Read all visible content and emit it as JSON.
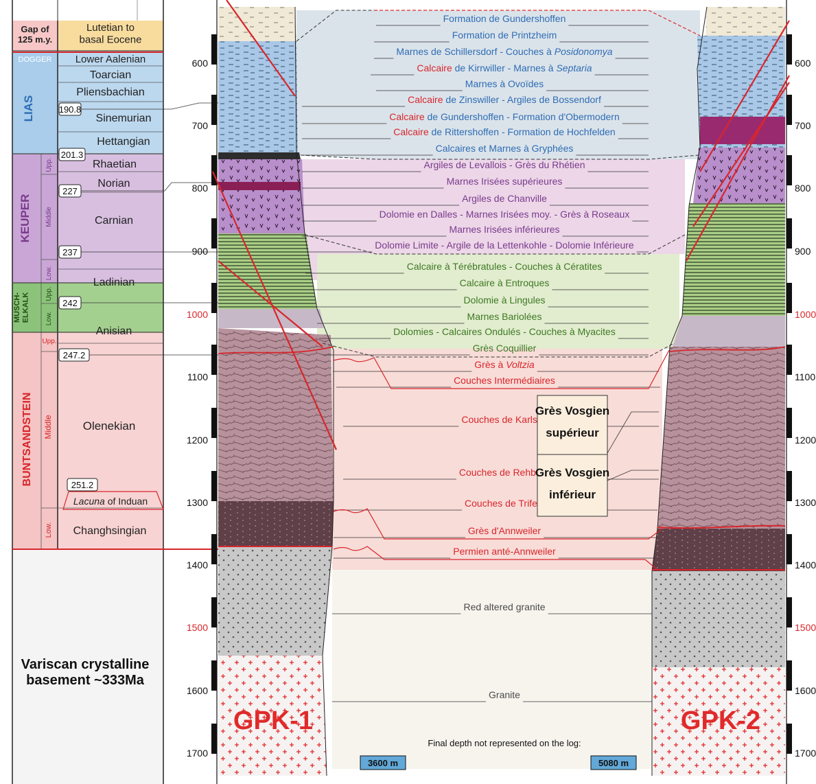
{
  "strat": {
    "gap_label": "Gap of\n125 m.y.",
    "gap_stage": "Lutetian to\nbasal Eocene",
    "dogger": "DOGGER",
    "lias": "LIAS",
    "keuper": "KEUPER",
    "muschelkalk": "MUSCH-\nELKALK",
    "buntsandstein": "BUNTSANDSTEIN",
    "sub": [
      "Upp.",
      "Middle",
      "Low.",
      "Upp.",
      "Low.",
      "Upp.",
      "Middle",
      "Low."
    ],
    "stages": [
      "Lower Aalenian",
      "Toarcian",
      "Pliensbachian",
      "Sinemurian",
      "Hettangian",
      "Rhaetian",
      "Norian",
      "Carnian",
      "Ladinian",
      "Anisian",
      "Olenekian",
      "Changhsingian"
    ],
    "lacuna_italic": "Lacuna",
    "lacuna_rest": " of Induan",
    "ages": [
      "190.8",
      "201.3",
      "227",
      "237",
      "242",
      "247.2",
      "251.2"
    ],
    "basement": "Variscan crystalline\nbasement ~333Ma"
  },
  "depth_ticks": [
    "600",
    "700",
    "800",
    "900",
    "1000",
    "1100",
    "1200",
    "1300",
    "1400",
    "1500",
    "1600",
    "1700"
  ],
  "formations": [
    {
      "parts": [
        {
          "t": "Formation de Gundershoffen",
          "c": "blue"
        }
      ]
    },
    {
      "parts": [
        {
          "t": "Formation de Printzheim",
          "c": "blue"
        }
      ]
    },
    {
      "parts": [
        {
          "t": "Marnes de Schillersdorf - Couches à ",
          "c": "blue"
        },
        {
          "t": "Posidonomya",
          "c": "blue",
          "i": true
        }
      ]
    },
    {
      "parts": [
        {
          "t": "Calcaire",
          "c": "red"
        },
        {
          "t": " de Kirrwiller - Marnes à ",
          "c": "blue"
        },
        {
          "t": "Septaria",
          "c": "blue",
          "i": true
        }
      ]
    },
    {
      "parts": [
        {
          "t": "Marnes à Ovoïdes",
          "c": "blue"
        }
      ]
    },
    {
      "parts": [
        {
          "t": "Calcaire",
          "c": "red"
        },
        {
          "t": " de Zinswiller - Argiles de Bossendorf",
          "c": "blue"
        }
      ]
    },
    {
      "parts": [
        {
          "t": "Calcaire",
          "c": "red"
        },
        {
          "t": " de Gundershoffen - Formation d'Obermodern",
          "c": "blue"
        }
      ]
    },
    {
      "parts": [
        {
          "t": "Calcaire",
          "c": "red"
        },
        {
          "t": " de Rittershoffen - Formation de Hochfelden",
          "c": "blue"
        }
      ]
    },
    {
      "parts": [
        {
          "t": "Calcaires et Marnes  à Gryphées",
          "c": "blue"
        }
      ]
    },
    {
      "parts": [
        {
          "t": "Argiles de Levallois - Grès du Rhétien",
          "c": "purple"
        }
      ]
    },
    {
      "parts": [
        {
          "t": "Marnes Irisées supérieures",
          "c": "purple"
        }
      ]
    },
    {
      "parts": [
        {
          "t": "Argiles de Chanville",
          "c": "purple"
        }
      ]
    },
    {
      "parts": [
        {
          "t": "Dolomie en Dalles - Marnes Irisées moy. - Grès à Roseaux",
          "c": "purple"
        }
      ]
    },
    {
      "parts": [
        {
          "t": "Marnes Irisées inférieures",
          "c": "purple"
        }
      ]
    },
    {
      "parts": [
        {
          "t": "Dolomie Limite - Argile de la Lettenkohle - Dolomie Inférieure",
          "c": "purple"
        }
      ]
    },
    {
      "parts": [
        {
          "t": "Calcaire à Térébratules - Couches à Cératites",
          "c": "green"
        }
      ]
    },
    {
      "parts": [
        {
          "t": "Calcaire à Entroques",
          "c": "green"
        }
      ]
    },
    {
      "parts": [
        {
          "t": "Dolomie à Lingules",
          "c": "green"
        }
      ]
    },
    {
      "parts": [
        {
          "t": "Marnes Bariolées",
          "c": "green"
        }
      ]
    },
    {
      "parts": [
        {
          "t": "Dolomies - Calcaires Ondulés - Couches à Myacites",
          "c": "green"
        }
      ]
    },
    {
      "parts": [
        {
          "t": "Grès Coquillier",
          "c": "green"
        }
      ]
    },
    {
      "parts": [
        {
          "t": "Grès à ",
          "c": "red"
        },
        {
          "t": "Voltzia",
          "c": "red",
          "i": true
        }
      ]
    },
    {
      "parts": [
        {
          "t": "Couches Intermédiaires",
          "c": "red"
        }
      ]
    },
    {
      "parts": [
        {
          "t": "Couches de Karlstal",
          "c": "red"
        }
      ]
    },
    {
      "parts": [
        {
          "t": "Couches de Rehberg",
          "c": "red"
        }
      ]
    },
    {
      "parts": [
        {
          "t": "Couches de Trifels",
          "c": "red"
        }
      ]
    },
    {
      "parts": [
        {
          "t": "Grès d'Annweiler",
          "c": "red"
        }
      ]
    },
    {
      "parts": [
        {
          "t": "Permien anté-Annweiler",
          "c": "red"
        }
      ]
    },
    {
      "parts": [
        {
          "t": "Red altered granite",
          "c": "gray"
        }
      ]
    },
    {
      "parts": [
        {
          "t": "Granite",
          "c": "gray"
        }
      ]
    }
  ],
  "vosgien": {
    "sup_1": "Grès Vosgien",
    "sup_2": "supérieur",
    "inf_1": "Grès Vosgien",
    "inf_2": "inférieur"
  },
  "wells": {
    "left": "GPK-1",
    "right": "GPK-2"
  },
  "final_depth": {
    "note": "Final depth not represented on the log:",
    "left": "3600 m",
    "right": "5080 m"
  },
  "colors": {
    "blue": "#2e6db4",
    "red": "#d7262b",
    "purple": "#7a3b8c",
    "green": "#3c7a22",
    "gray": "#4a4a4a",
    "gap": "#f7c7c7",
    "gap_stage": "#f8dc9e",
    "dogger": "#a9cdeb",
    "lias": "#a9cdeb",
    "keuper": "#c9a6d6",
    "muschelkalk": "#8cc37a",
    "buntsandstein": "#f5c4c4",
    "basement": "#f4f4f4",
    "band_blue": "#dbe3ea",
    "band_purple": "#ecd6e8",
    "band_green": "#e2eccf",
    "band_pink": "#f8dcd8",
    "band_gray": "#f7f4ee"
  }
}
